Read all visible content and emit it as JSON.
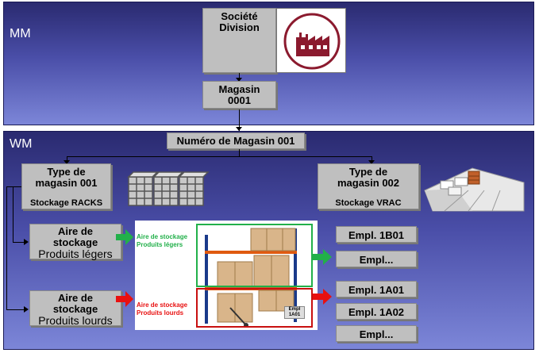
{
  "mm": {
    "label": "MM",
    "societe": "Société",
    "division": "Division",
    "magasin_title": "Magasin",
    "magasin_num": "0001",
    "icon": "factory-icon"
  },
  "wm": {
    "label": "WM",
    "numero_magasin": "Numéro de Magasin 001",
    "type1_line1": "Type de",
    "type1_line2": "magasin 001",
    "type1_sub": "Stockage RACKS",
    "type2_line1": "Type de",
    "type2_line2": "magasin 002",
    "type2_sub": "Stockage VRAC",
    "aire1_line1": "Aire de",
    "aire1_line2": "stockage",
    "aire1_sub": "Produits légers",
    "aire2_line1": "Aire de",
    "aire2_line2": "stockage",
    "aire2_sub": "Produits lourds",
    "photo_label1_a": "Aire de stockage",
    "photo_label1_b": "Produits légers",
    "photo_label2_a": "Aire de stockage",
    "photo_label2_b": "Produits lourds",
    "empl_tag_a": "Empl",
    "empl_tag_b": "1A01",
    "empl": [
      "Empl. 1B01",
      "Empl...",
      "Empl. 1A01",
      "Empl. 1A02",
      "Empl..."
    ]
  },
  "colors": {
    "green_arrow": "#22b04a",
    "red_arrow": "#e81010",
    "factory": "#8b1a2e"
  }
}
